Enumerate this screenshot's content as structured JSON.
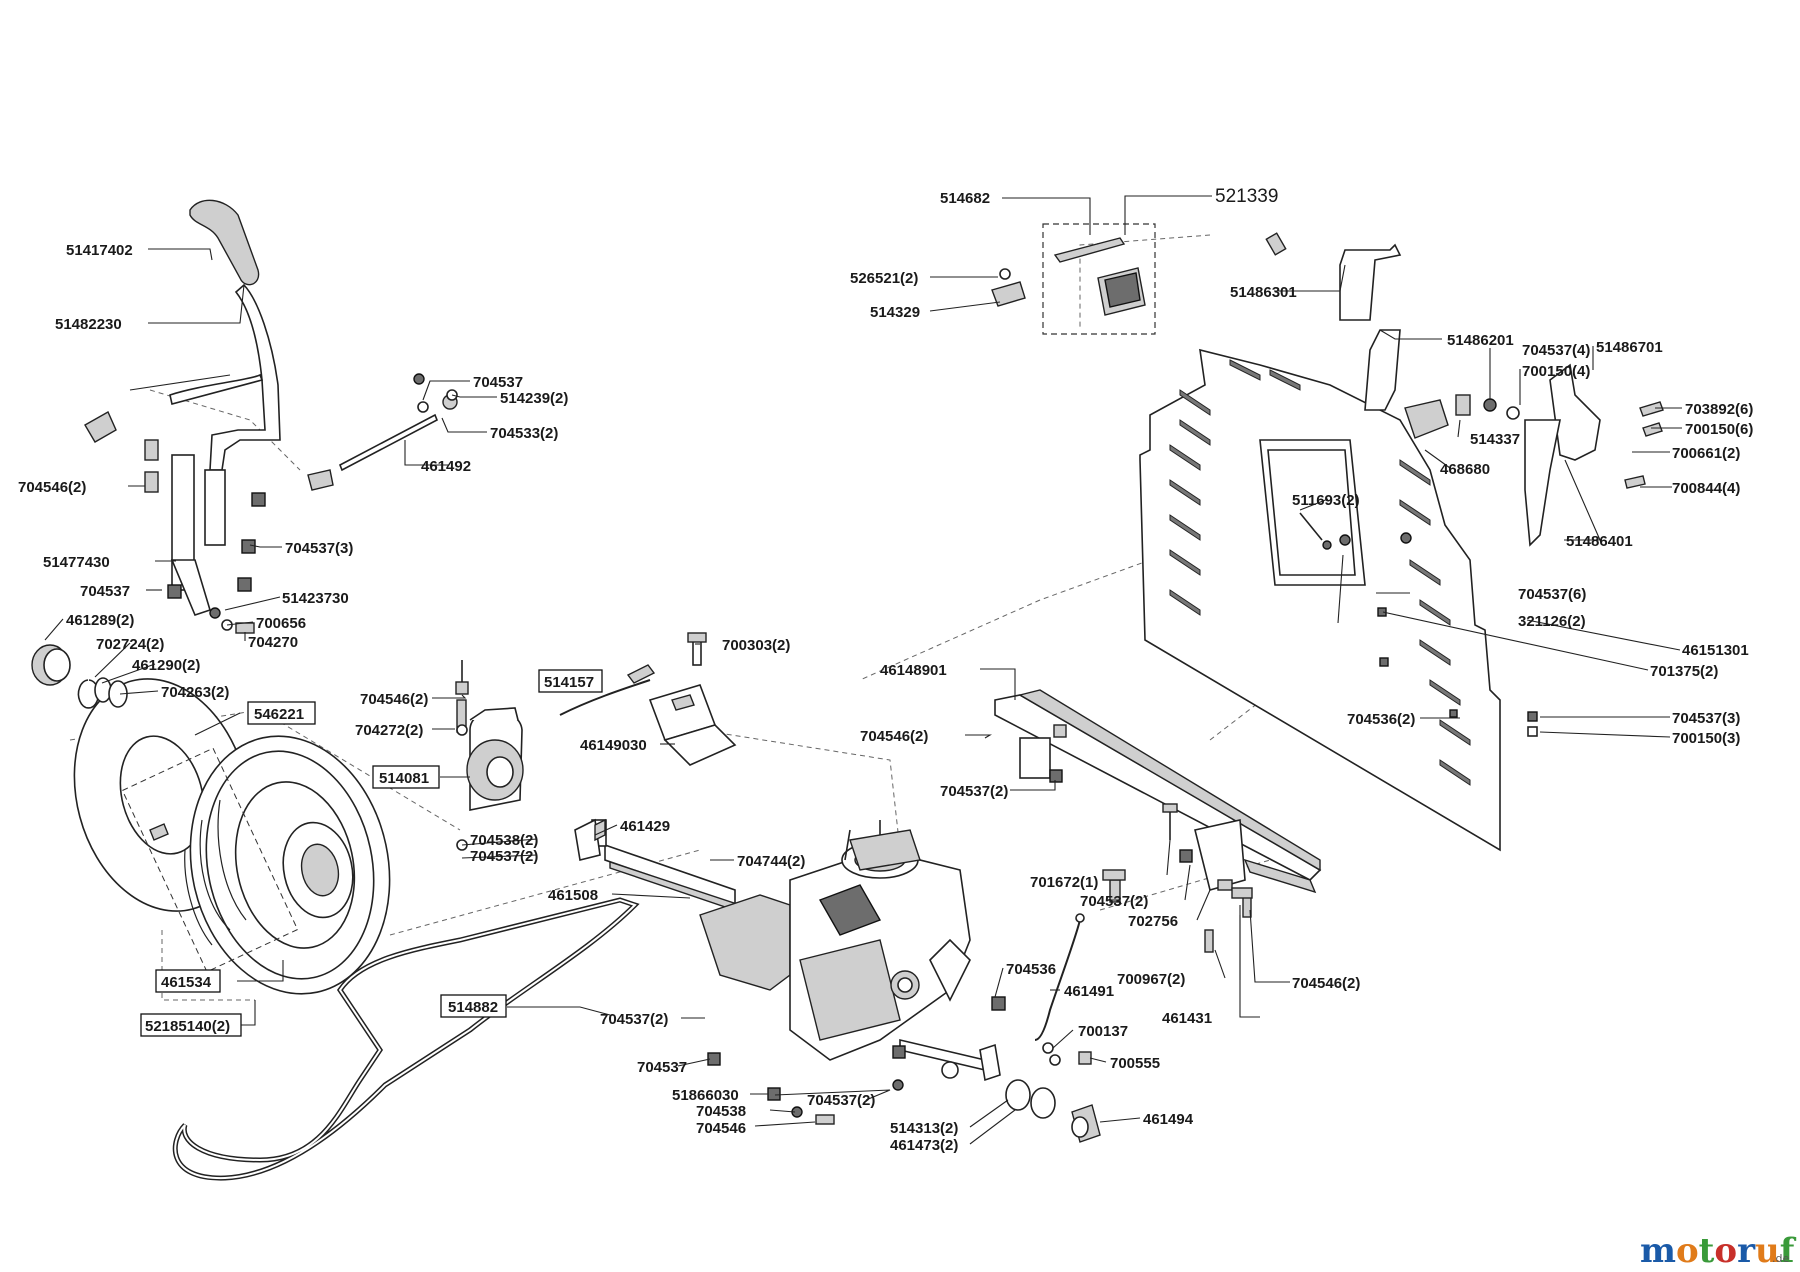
{
  "labels": [
    {
      "id": "l1",
      "text": "514682"
    },
    {
      "id": "l2",
      "text": "521339"
    },
    {
      "id": "l3",
      "text": "526521(2)"
    },
    {
      "id": "l4",
      "text": "514329"
    },
    {
      "id": "l5",
      "text": "51486301"
    },
    {
      "id": "l6",
      "text": "51486201"
    },
    {
      "id": "l7",
      "text": "704537(4)"
    },
    {
      "id": "l8",
      "text": "51486701"
    },
    {
      "id": "l9",
      "text": "700150(4)"
    },
    {
      "id": "l10",
      "text": "703892(6)"
    },
    {
      "id": "l11",
      "text": "700150(6)"
    },
    {
      "id": "l12",
      "text": "514337"
    },
    {
      "id": "l13",
      "text": "700661(2)"
    },
    {
      "id": "l14",
      "text": "468680"
    },
    {
      "id": "l15",
      "text": "700844(4)"
    },
    {
      "id": "l16",
      "text": "511693(2)"
    },
    {
      "id": "l17",
      "text": "51486401"
    },
    {
      "id": "l18",
      "text": "704537(6)"
    },
    {
      "id": "l19",
      "text": "321126(2)"
    },
    {
      "id": "l20",
      "text": "46151301"
    },
    {
      "id": "l21",
      "text": "701375(2)"
    },
    {
      "id": "l22",
      "text": "46148901"
    },
    {
      "id": "l23",
      "text": "704536(2)"
    },
    {
      "id": "l24",
      "text": "704537(3)"
    },
    {
      "id": "l25",
      "text": "700150(3)"
    },
    {
      "id": "l26",
      "text": "704546(2)"
    },
    {
      "id": "l27",
      "text": "704537(2)"
    },
    {
      "id": "l28",
      "text": "701672(1)"
    },
    {
      "id": "l29",
      "text": "704537(2)"
    },
    {
      "id": "l30",
      "text": "702756"
    },
    {
      "id": "l31",
      "text": "700967(2)"
    },
    {
      "id": "l32",
      "text": "704546(2)"
    },
    {
      "id": "l33",
      "text": "461431"
    },
    {
      "id": "l34",
      "text": "51417402"
    },
    {
      "id": "l35",
      "text": "51482230"
    },
    {
      "id": "l36",
      "text": "704537"
    },
    {
      "id": "l37",
      "text": "514239(2)"
    },
    {
      "id": "l38",
      "text": "704533(2)"
    },
    {
      "id": "l39",
      "text": "461492"
    },
    {
      "id": "l40",
      "text": "704546(2)"
    },
    {
      "id": "l41",
      "text": "704537(3)"
    },
    {
      "id": "l42",
      "text": "51477430"
    },
    {
      "id": "l43",
      "text": "704537"
    },
    {
      "id": "l44",
      "text": "51423730"
    },
    {
      "id": "l45",
      "text": "461289(2)"
    },
    {
      "id": "l46",
      "text": "700656"
    },
    {
      "id": "l47",
      "text": "702724(2)"
    },
    {
      "id": "l48",
      "text": "704270"
    },
    {
      "id": "l49",
      "text": "461290(2)"
    },
    {
      "id": "l50",
      "text": "704263(2)"
    },
    {
      "id": "l51",
      "text": "700303(2)"
    },
    {
      "id": "l52",
      "text": "514157"
    },
    {
      "id": "l53",
      "text": "704546(2)"
    },
    {
      "id": "l54",
      "text": "546221"
    },
    {
      "id": "l55",
      "text": "704272(2)"
    },
    {
      "id": "l56",
      "text": "46149030"
    },
    {
      "id": "l57",
      "text": "514081"
    },
    {
      "id": "l58",
      "text": "461429"
    },
    {
      "id": "l59",
      "text": "704538(2)"
    },
    {
      "id": "l60",
      "text": "704537(2)"
    },
    {
      "id": "l61",
      "text": "704744(2)"
    },
    {
      "id": "l62",
      "text": "461508"
    },
    {
      "id": "l63",
      "text": "704536"
    },
    {
      "id": "l64",
      "text": "461491"
    },
    {
      "id": "l65",
      "text": "461534"
    },
    {
      "id": "l66",
      "text": "514882"
    },
    {
      "id": "l67",
      "text": "704537(2)"
    },
    {
      "id": "l68",
      "text": "700137"
    },
    {
      "id": "l69",
      "text": "52185140(2)"
    },
    {
      "id": "l70",
      "text": "700555"
    },
    {
      "id": "l71",
      "text": "704537"
    },
    {
      "id": "l72",
      "text": "51866030"
    },
    {
      "id": "l73",
      "text": "704537(2)"
    },
    {
      "id": "l74",
      "text": "704538"
    },
    {
      "id": "l75",
      "text": "514313(2)"
    },
    {
      "id": "l76",
      "text": "461494"
    },
    {
      "id": "l77",
      "text": "704546"
    },
    {
      "id": "l78",
      "text": "461473(2)"
    }
  ],
  "watermark": {
    "brand": "motoruf",
    "tld": ".de",
    "colors": [
      "#1a5aa8",
      "#e07b1a",
      "#3a9a3a",
      "#c8302a",
      "#1a5aa8",
      "#e07b1a",
      "#3a9a3a"
    ]
  }
}
